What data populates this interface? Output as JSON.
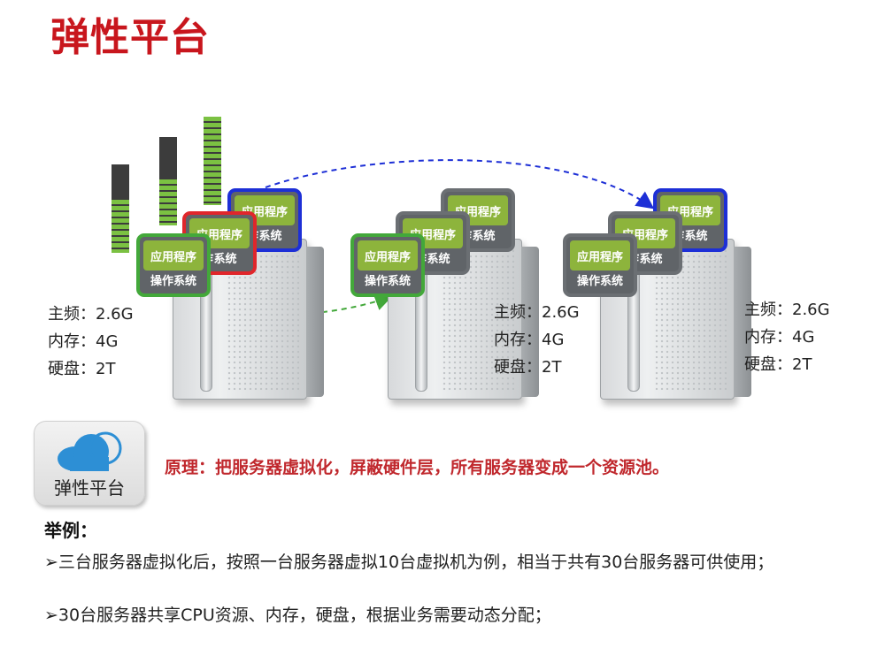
{
  "title": "弹性平台",
  "vm": {
    "app_label": "应用程序",
    "os_label": "操作系统",
    "os_partial": "乍系统"
  },
  "servers": [
    {
      "freq": "主频：2.6G",
      "mem": "内存：4G",
      "disk": "硬盘：2T"
    },
    {
      "freq": "主频：2.6G",
      "mem": "内存：4G",
      "disk": "硬盘：2T"
    },
    {
      "freq": "主频：2.6G",
      "mem": "内存：4G",
      "disk": "硬盘：2T"
    }
  ],
  "usage_bars": [
    0.6,
    0.52,
    1.0
  ],
  "colors": {
    "title": "#c8161d",
    "vm_green": "#43a83a",
    "vm_red": "#e0262b",
    "vm_blue": "#1d2fd6",
    "app": "#8db43c",
    "principle": "#c0282d"
  },
  "cloud_card": {
    "icon": "cloud-icon",
    "label": "弹性平台"
  },
  "principle": "原理：把服务器虚拟化，屏蔽硬件层，所有服务器变成一个资源池。",
  "example": {
    "heading": "举例：",
    "items": [
      "三台服务器虚拟化后，按照一台服务器虚拟10台虚拟机为例，相当于共有30台服务器可供使用；",
      "30台服务器共享CPU资源、内存，硬盘，根据业务需要动态分配；"
    ],
    "bullet": "➢"
  }
}
